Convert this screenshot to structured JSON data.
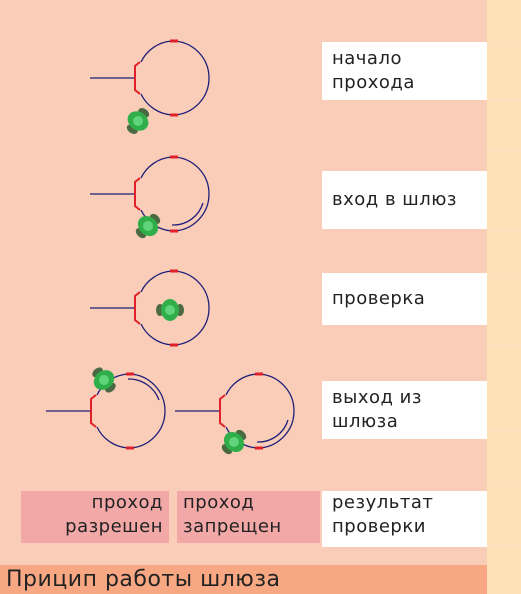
{
  "steps": [
    {
      "label": "начало\nпроход­а"
    },
    {
      "label": "вход в шлюз"
    },
    {
      "label": "проверка"
    },
    {
      "label": "выход из\nшлюза"
    }
  ],
  "results": {
    "allowed": "проход\nразрешен",
    "denied": "проход\nзапрещен",
    "label": "результат\nпроверки"
  },
  "title": "Прицип работы шлюза",
  "colors": {
    "background": "#f9cdb7",
    "stripe": "#fde0b6",
    "circle": "#1f1f7a",
    "accent": "#e0202a",
    "person": "#2fae4a",
    "title_bg": "#f7a883",
    "result_bg": "#f3a8a8"
  }
}
